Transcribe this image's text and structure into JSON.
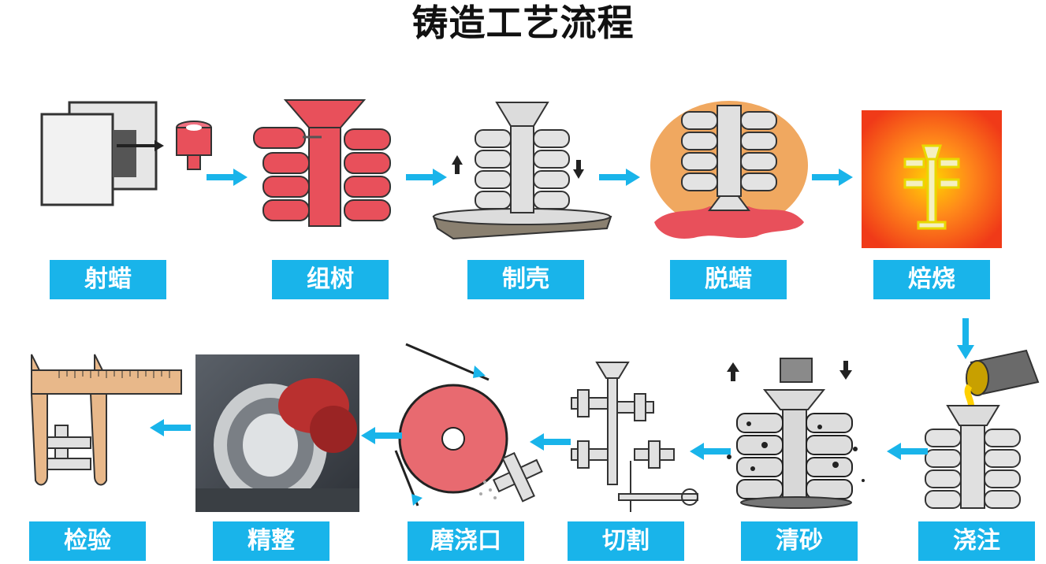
{
  "title": "铸造工艺流程",
  "colors": {
    "label_bg": "#19b4ea",
    "arrow": "#19b4ea",
    "wax_red": "#e8505b",
    "shell_gray": "#d9d9d9",
    "heat_orange": "#ff5a1f"
  },
  "steps": [
    {
      "label": "射蜡"
    },
    {
      "label": "组树"
    },
    {
      "label": "制壳"
    },
    {
      "label": "脱蜡"
    },
    {
      "label": "焙烧"
    },
    {
      "label": "浇注"
    },
    {
      "label": "清砂"
    },
    {
      "label": "切割"
    },
    {
      "label": "磨浇口"
    },
    {
      "label": "精整"
    },
    {
      "label": "检验"
    }
  ]
}
